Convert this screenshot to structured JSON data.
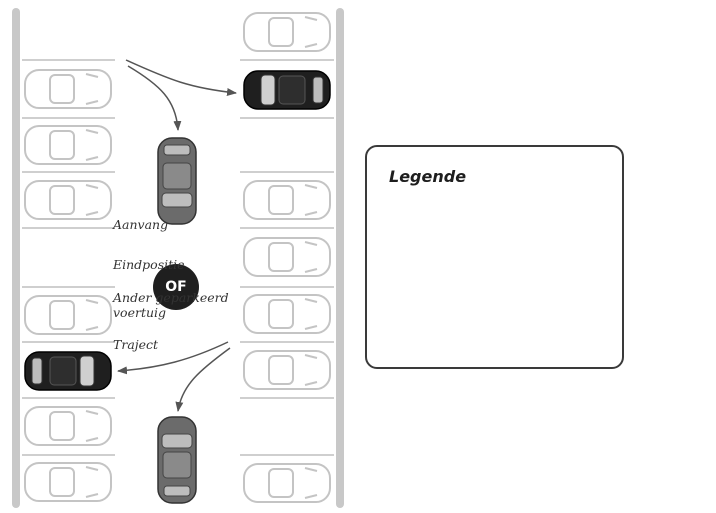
{
  "diagram": {
    "or_label": "OF",
    "legend": {
      "title": "Legende",
      "items": [
        {
          "label": "Aanvang",
          "icon": "grey-car-icon"
        },
        {
          "label": "Eindpositie",
          "icon": "black-car-icon"
        },
        {
          "label": "Ander geparkeerd voertuig",
          "icon": "outline-car-icon"
        },
        {
          "label": "Traject",
          "icon": "arrow-icon"
        }
      ]
    },
    "colors": {
      "start_car": "#6b6b6b",
      "end_car": "#1f1f1f",
      "parked_car": "#ffffff",
      "curb": "#c8c8c8",
      "trajectory": "#555555"
    }
  }
}
